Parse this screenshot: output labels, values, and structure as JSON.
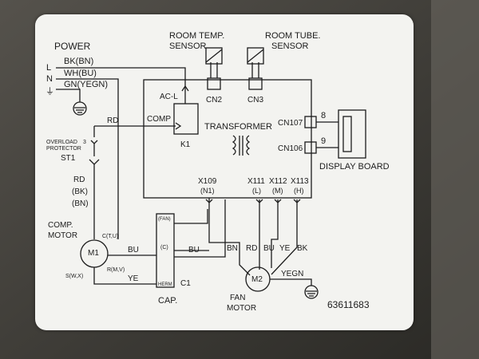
{
  "power": {
    "title": "POWER",
    "l": "L",
    "n": "N",
    "ground": "⏚",
    "bk": "BK(BN)",
    "wh": "WH(BU)",
    "gn": "GN(YEGN)"
  },
  "sensors": {
    "room_temp_1": "ROOM TEMP.",
    "room_temp_2": "SENSOR",
    "room_tube_1": "ROOM TUBE.",
    "room_tube_2": "SENSOR",
    "cn2": "CN2",
    "cn3": "CN3"
  },
  "board": {
    "acl": "AC-L",
    "comp": "COMP",
    "k1": "K1",
    "transformer": "TRANSFORMER",
    "cn107": "CN107",
    "cn106": "CN106",
    "x109": "X109",
    "n1": "(N1)",
    "x111": "X111",
    "l": "(L)",
    "x112": "X112",
    "m": "(M)",
    "x113": "X113",
    "h": "(H)"
  },
  "display": {
    "pin8": "8",
    "pin9": "9",
    "label": "DISPLAY BOARD"
  },
  "overload": {
    "line1": "OVERLOAD",
    "line2": "PROTECTOR",
    "num3": "3",
    "st1": "ST1",
    "rd_top": "RD",
    "rd": "RD",
    "bk": "(BK)",
    "bn": "(BN)"
  },
  "comp_motor": {
    "line1": "COMP.",
    "line2": "MOTOR",
    "m1": "M1",
    "ctu": "C(T,U)",
    "rmv": "R(M,V)",
    "swx": "S(W,X)",
    "bu": "BU",
    "ye": "YE"
  },
  "capacitor": {
    "fan": "(FAN)",
    "c": "(C)",
    "herm": "HERM",
    "c1": "C1",
    "cap": "CAP.",
    "bu": "BU"
  },
  "fan_motor": {
    "bn": "BN",
    "rd": "RD",
    "bu": "BU",
    "ye": "YE",
    "bk": "BK",
    "m2": "M2",
    "yegn": "YEGN",
    "line1": "FAN",
    "line2": "MOTOR"
  },
  "part_number": "63611683"
}
